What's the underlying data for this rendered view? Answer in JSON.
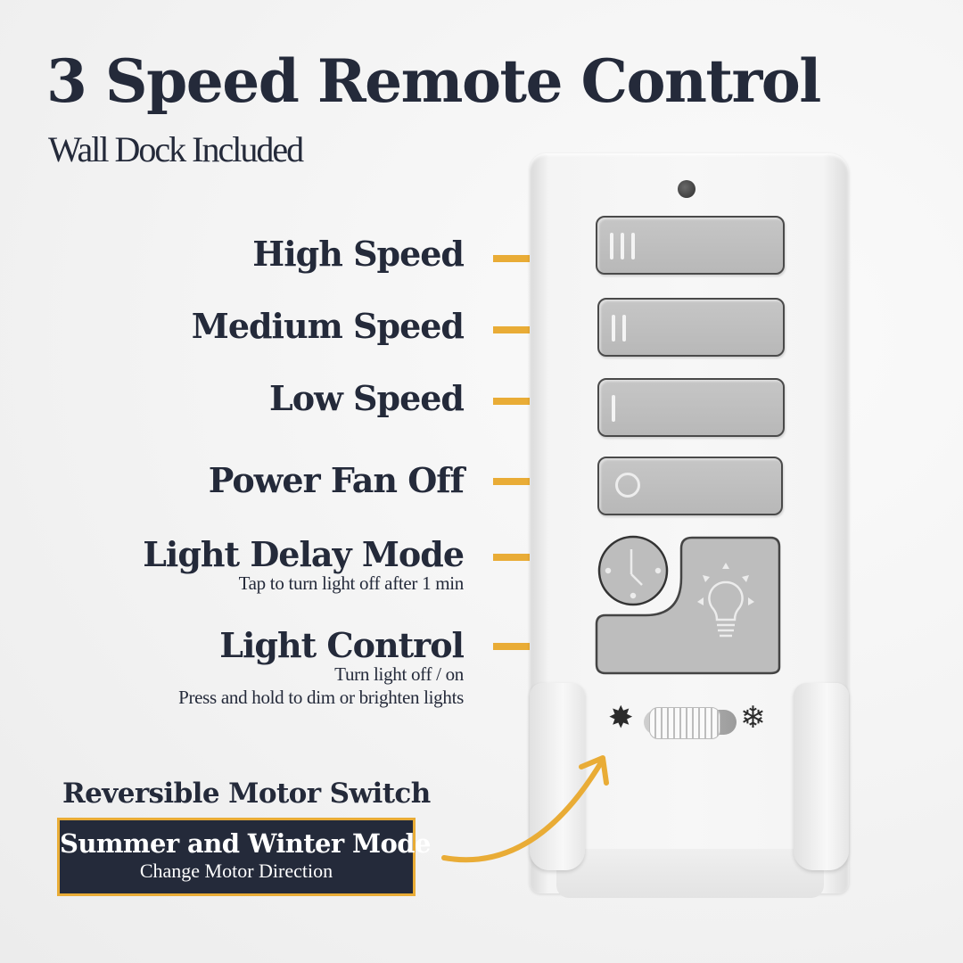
{
  "header": {
    "title": "3 Speed Remote Control",
    "subtitle": "Wall Dock Included"
  },
  "labels": [
    {
      "id": "high",
      "main": "High Speed",
      "sub": []
    },
    {
      "id": "medium",
      "main": "Medium Speed",
      "sub": []
    },
    {
      "id": "low",
      "main": "Low Speed",
      "sub": []
    },
    {
      "id": "off",
      "main": "Power Fan Off",
      "sub": []
    },
    {
      "id": "delay",
      "main": "Light Delay Mode",
      "sub": [
        "Tap to turn light off after 1 min"
      ]
    },
    {
      "id": "light",
      "main": "Light Control",
      "sub": [
        "Turn light off / on",
        "Press and hold to dim or brighten lights"
      ]
    }
  ],
  "remote": {
    "buttons": [
      {
        "name": "high-speed-button",
        "icon": "three-bars-icon",
        "glyph": "III"
      },
      {
        "name": "medium-speed-button",
        "icon": "two-bars-icon",
        "glyph": "II"
      },
      {
        "name": "low-speed-button",
        "icon": "one-bar-icon",
        "glyph": "I"
      },
      {
        "name": "fan-off-button",
        "icon": "circle-icon",
        "glyph": "O"
      },
      {
        "name": "light-delay-button",
        "icon": "clock-icon"
      },
      {
        "name": "light-button",
        "icon": "lightbulb-icon"
      }
    ],
    "switch": {
      "left_icon": "sun-icon",
      "right_icon": "snowflake-icon",
      "left_glyph": "✸",
      "right_glyph": "❄",
      "position": "summer"
    }
  },
  "reversible": {
    "title": "Reversible Motor Switch",
    "box_main": "Summer and Winter Mode",
    "box_sub": "Change Motor Direction"
  },
  "colors": {
    "navy": "#242a3a",
    "accent": "#e9ac36",
    "background": "#f3f3f3"
  }
}
